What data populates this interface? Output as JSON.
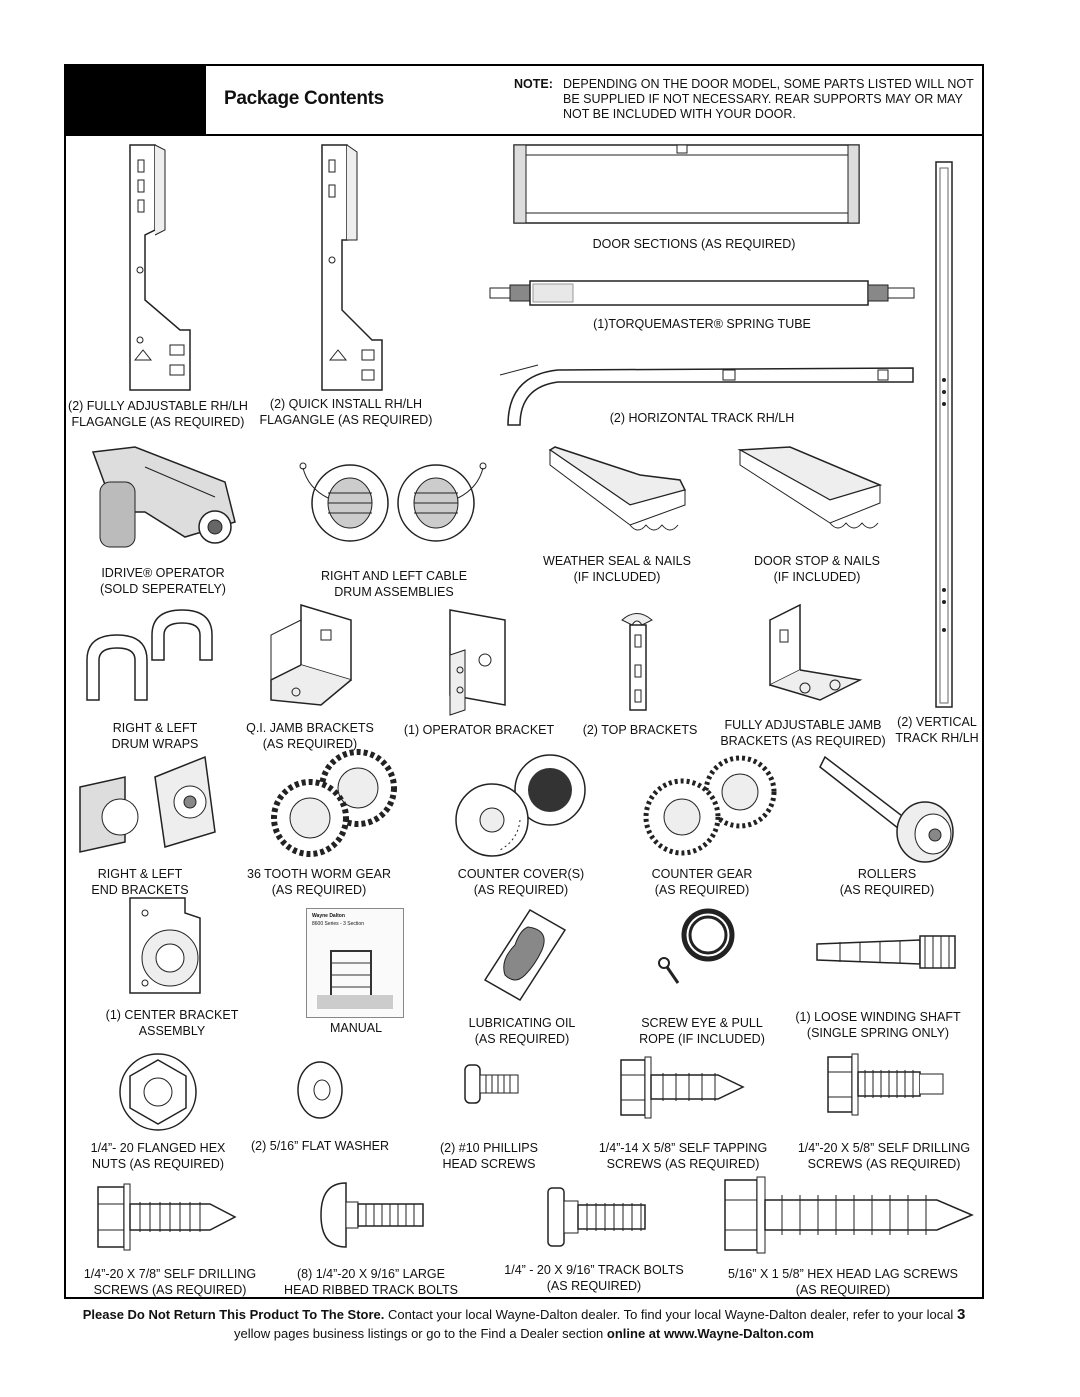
{
  "header": {
    "title": "Package Contents",
    "note_label": "NOTE:",
    "note_text": "DEPENDING ON THE DOOR MODEL, SOME PARTS LISTED WILL NOT BE SUPPLIED IF NOT NECESSARY. REAR SUPPORTS MAY OR MAY NOT BE INCLUDED WITH YOUR DOOR."
  },
  "items": {
    "door_sections": [
      "DOOR SECTIONS (AS REQUIRED)"
    ],
    "spring_tube": [
      "(1)TORQUEMASTER® SPRING TUBE"
    ],
    "horizontal_track": [
      "(2) HORIZONTAL TRACK RH/LH"
    ],
    "fully_adj_flagangle": [
      "(2) FULLY ADJUSTABLE RH/LH",
      "FLAGANGLE (AS REQUIRED)"
    ],
    "quick_install_flagangle": [
      "(2) QUICK INSTALL RH/LH",
      "FLAGANGLE (AS REQUIRED)"
    ],
    "idrive": [
      "IDRIVE® OPERATOR",
      "(SOLD SEPERATELY)"
    ],
    "cable_drums": [
      "RIGHT AND LEFT CABLE",
      "DRUM ASSEMBLIES"
    ],
    "weather_seal": [
      "WEATHER SEAL & NAILS",
      "(IF INCLUDED)"
    ],
    "door_stop": [
      "DOOR STOP & NAILS",
      "(IF INCLUDED)"
    ],
    "drum_wraps": [
      "RIGHT & LEFT",
      "DRUM WRAPS"
    ],
    "jamb_brackets": [
      "Q.I. JAMB BRACKETS",
      "(AS REQUIRED)"
    ],
    "operator_bracket": [
      "(1) OPERATOR BRACKET"
    ],
    "top_brackets": [
      "(2) TOP BRACKETS"
    ],
    "fully_adj_jamb": [
      "FULLY ADJUSTABLE JAMB",
      "BRACKETS (AS REQUIRED)"
    ],
    "vertical_track": [
      "(2) VERTICAL",
      "TRACK RH/LH"
    ],
    "end_brackets": [
      "RIGHT & LEFT",
      "END BRACKETS"
    ],
    "worm_gear": [
      "36 TOOTH WORM GEAR",
      "(AS REQUIRED)"
    ],
    "counter_cover": [
      "COUNTER COVER(S)",
      "(AS REQUIRED)"
    ],
    "counter_gear": [
      "COUNTER GEAR",
      "(AS REQUIRED)"
    ],
    "rollers": [
      "ROLLERS",
      "(AS REQUIRED)"
    ],
    "center_bracket": [
      "(1) CENTER BRACKET",
      "ASSEMBLY"
    ],
    "manual": [
      "MANUAL"
    ],
    "lubricating_oil": [
      "LUBRICATING OIL",
      "(AS REQUIRED)"
    ],
    "screw_eye": [
      "SCREW EYE & PULL",
      "ROPE (IF INCLUDED)"
    ],
    "winding_shaft": [
      "(1) LOOSE WINDING SHAFT",
      "(SINGLE SPRING ONLY)"
    ],
    "hex_nuts": [
      "1/4”- 20 FLANGED HEX",
      "NUTS (AS REQUIRED)"
    ],
    "flat_washer": [
      "(2) 5/16” FLAT WASHER"
    ],
    "phillips_screws": [
      "(2) #10 PHILLIPS",
      "HEAD SCREWS"
    ],
    "self_tapping": [
      "1/4”-14 X 5/8” SELF TAPPING",
      "SCREWS (AS REQUIRED)"
    ],
    "self_drilling_58": [
      "1/4”-20 X 5/8” SELF DRILLING",
      "SCREWS (AS REQUIRED)"
    ],
    "self_drilling_78": [
      "1/4”-20 X 7/8” SELF DRILLING",
      "SCREWS (AS REQUIRED)"
    ],
    "track_bolts_large": [
      "(8) 1/4”-20 X 9/16” LARGE",
      "HEAD RIBBED TRACK BOLTS"
    ],
    "track_bolts": [
      "1/4” - 20 X 9/16” TRACK BOLTS",
      "(AS REQUIRED)"
    ],
    "lag_screws": [
      "5/16” X 1 5/8” HEX HEAD LAG SCREWS",
      "(AS REQUIRED)"
    ]
  },
  "manual_cover": {
    "brand": "Wayne Dalton",
    "series": "8600 Series - 3 Section"
  },
  "footer": {
    "bold_lead": "Please Do Not Return This Product To The Store.",
    "text1": " Contact your local Wayne-Dalton dealer. To find your local Wayne-Dalton dealer, refer to your local ",
    "page_number": "3",
    "text2": "yellow pages business listings or go to the Find a Dealer section ",
    "bold_tail": "online at www.Wayne-Dalton.com"
  }
}
